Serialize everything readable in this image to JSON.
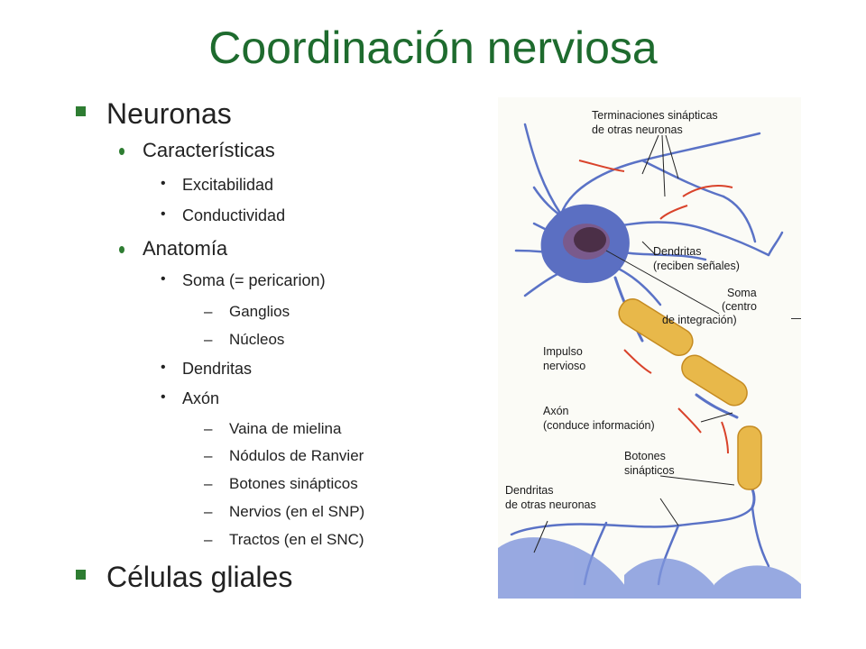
{
  "title": "Coordinación nerviosa",
  "outline": {
    "neuronas": "Neuronas",
    "caracteristicas": "Características",
    "excitabilidad": "Excitabilidad",
    "conductividad": "Conductividad",
    "anatomia": "Anatomía",
    "soma": "Soma (= pericarion)",
    "ganglios": "Ganglios",
    "nucleos": "Núcleos",
    "dendritas": "Dendritas",
    "axon": "Axón",
    "vaina": "Vaina de mielina",
    "nodulos": "Nódulos de Ranvier",
    "botones": "Botones sinápticos",
    "nervios": "Nervios (en el SNP)",
    "tractos": "Tractos (en el SNC)",
    "celulas_gliales": "Células gliales"
  },
  "figure": {
    "label_terminaciones_1": "Terminaciones sinápticas",
    "label_terminaciones_2": "de otras neuronas",
    "label_dendritas_1": "Dendritas",
    "label_dendritas_2": "(reciben señales)",
    "label_soma_1": "Soma",
    "label_soma_2": "(centro",
    "label_soma_3": "de integración)",
    "label_impulso_1": "Impulso",
    "label_impulso_2": "nervioso",
    "label_axon_1": "Axón",
    "label_axon_2": "(conduce información)",
    "label_botones_1": "Botones",
    "label_botones_2": "sinápticos",
    "label_dendritas_otras_1": "Dendritas",
    "label_dendritas_otras_2": "de otras neuronas"
  },
  "colors": {
    "title": "#1e6b2e",
    "bullet": "#2e7d32",
    "neuron": "#5a72c6",
    "myelin": "#e8b84a",
    "arrow": "#d9432b"
  }
}
